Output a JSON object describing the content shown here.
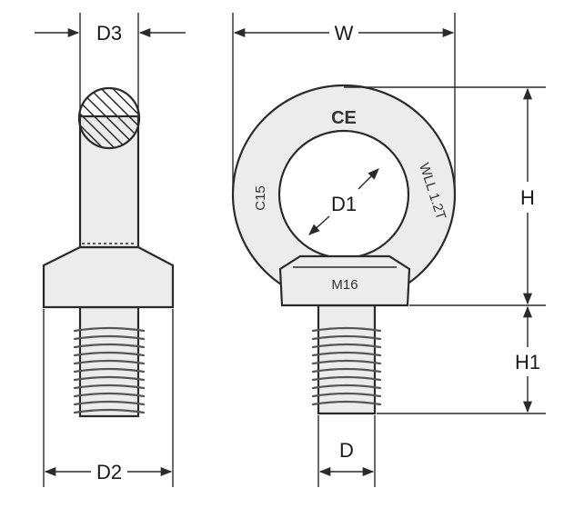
{
  "dimensions": {
    "d3": "D3",
    "w": "W",
    "d1": "D1",
    "h": "H",
    "h1": "H1",
    "d2": "D2",
    "d": "D"
  },
  "markings": {
    "ce": "CE",
    "grade": "C15",
    "wll": "WLL 1.2T",
    "thread": "M16"
  },
  "colors": {
    "part_fill": "#ececec",
    "outline": "#2a2a2a",
    "thread_lines": "#555555",
    "hatch": "#2a2a2a"
  }
}
